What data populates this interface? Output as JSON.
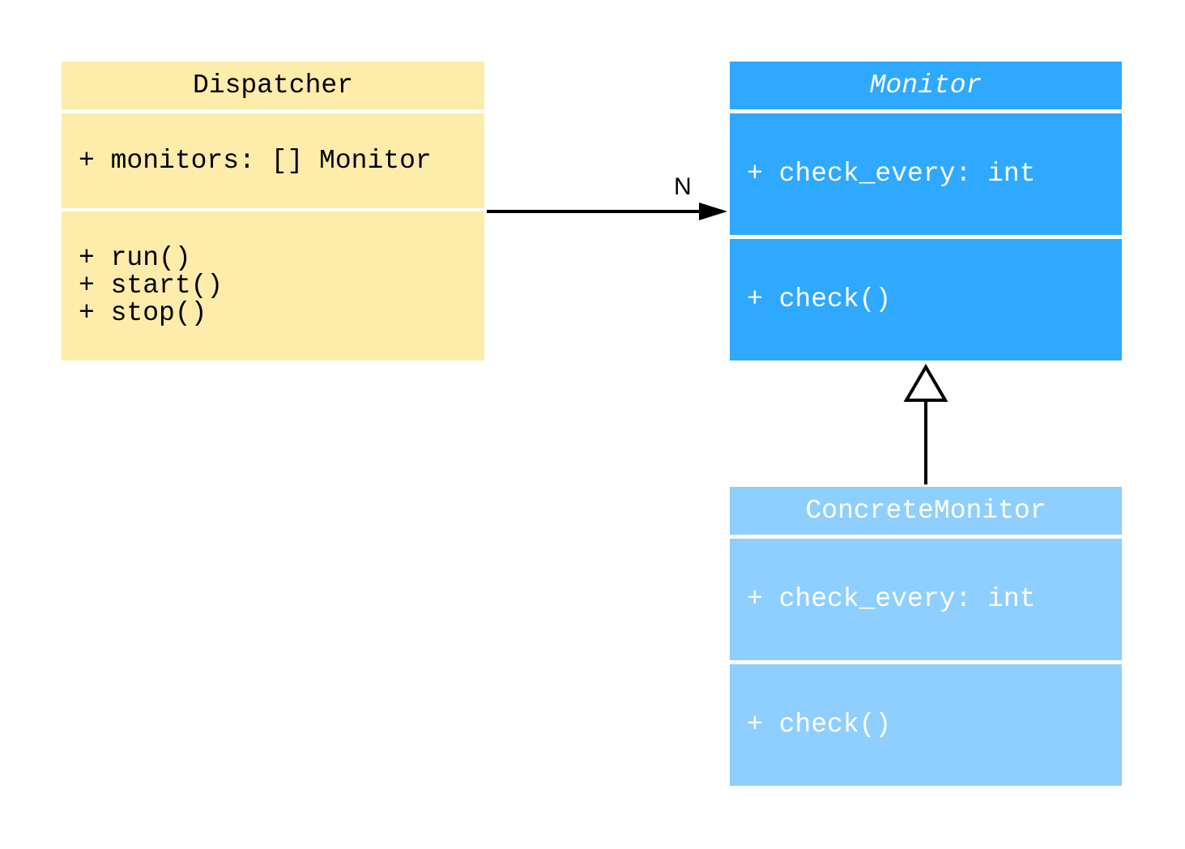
{
  "classes": {
    "dispatcher": {
      "name": "Dispatcher",
      "attributes": [
        "+ monitors: [] Monitor"
      ],
      "methods": [
        "+ run()",
        "+ start()",
        "+ stop()"
      ],
      "color": "#FEECAA"
    },
    "monitor": {
      "name": "Monitor",
      "abstract": true,
      "attributes": [
        "+ check_every: int"
      ],
      "methods": [
        "+ check()"
      ],
      "color": "#2FA8FF"
    },
    "concrete_monitor": {
      "name": "ConcreteMonitor",
      "attributes": [
        "+ check_every: int"
      ],
      "methods": [
        "+ check()"
      ],
      "color": "#8ECFFF"
    }
  },
  "relations": [
    {
      "type": "association",
      "from": "Dispatcher",
      "to": "Monitor",
      "multiplicity": "N"
    },
    {
      "type": "inheritance",
      "from": "ConcreteMonitor",
      "to": "Monitor"
    }
  ]
}
